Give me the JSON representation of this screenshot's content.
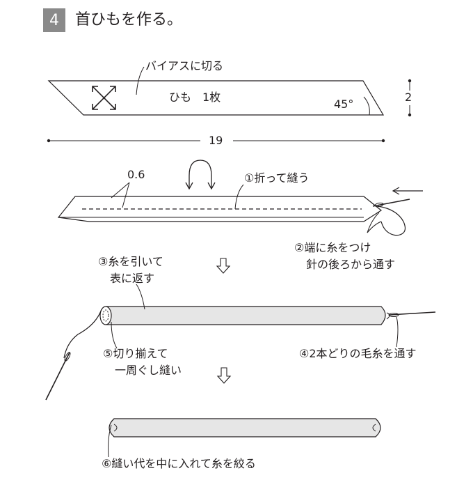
{
  "header": {
    "step_number": "4",
    "title": "首ひもを作る。"
  },
  "strip": {
    "cut_label": "バイアスに切る",
    "piece_label": "ひも　1枚",
    "angle": "45°",
    "height_value": "2",
    "length_value": "19"
  },
  "fold": {
    "seam_allowance": "0.6",
    "step1": "①折って縫う",
    "step2_line1": "②端に糸をつけ",
    "step2_line2": "針の後ろから通す"
  },
  "tube": {
    "step3_line1": "③糸を引いて",
    "step3_line2": "表に返す",
    "step4": "④2本どりの毛糸を通す",
    "step5_line1": "⑤切り揃えて",
    "step5_line2": "一周ぐし縫い"
  },
  "final": {
    "step6": "⑥縫い代を中に入れて糸を絞る"
  },
  "colors": {
    "ink": "#231f20",
    "tube_fill": "#e6e6e6",
    "step_box": "#8a8a8a"
  }
}
